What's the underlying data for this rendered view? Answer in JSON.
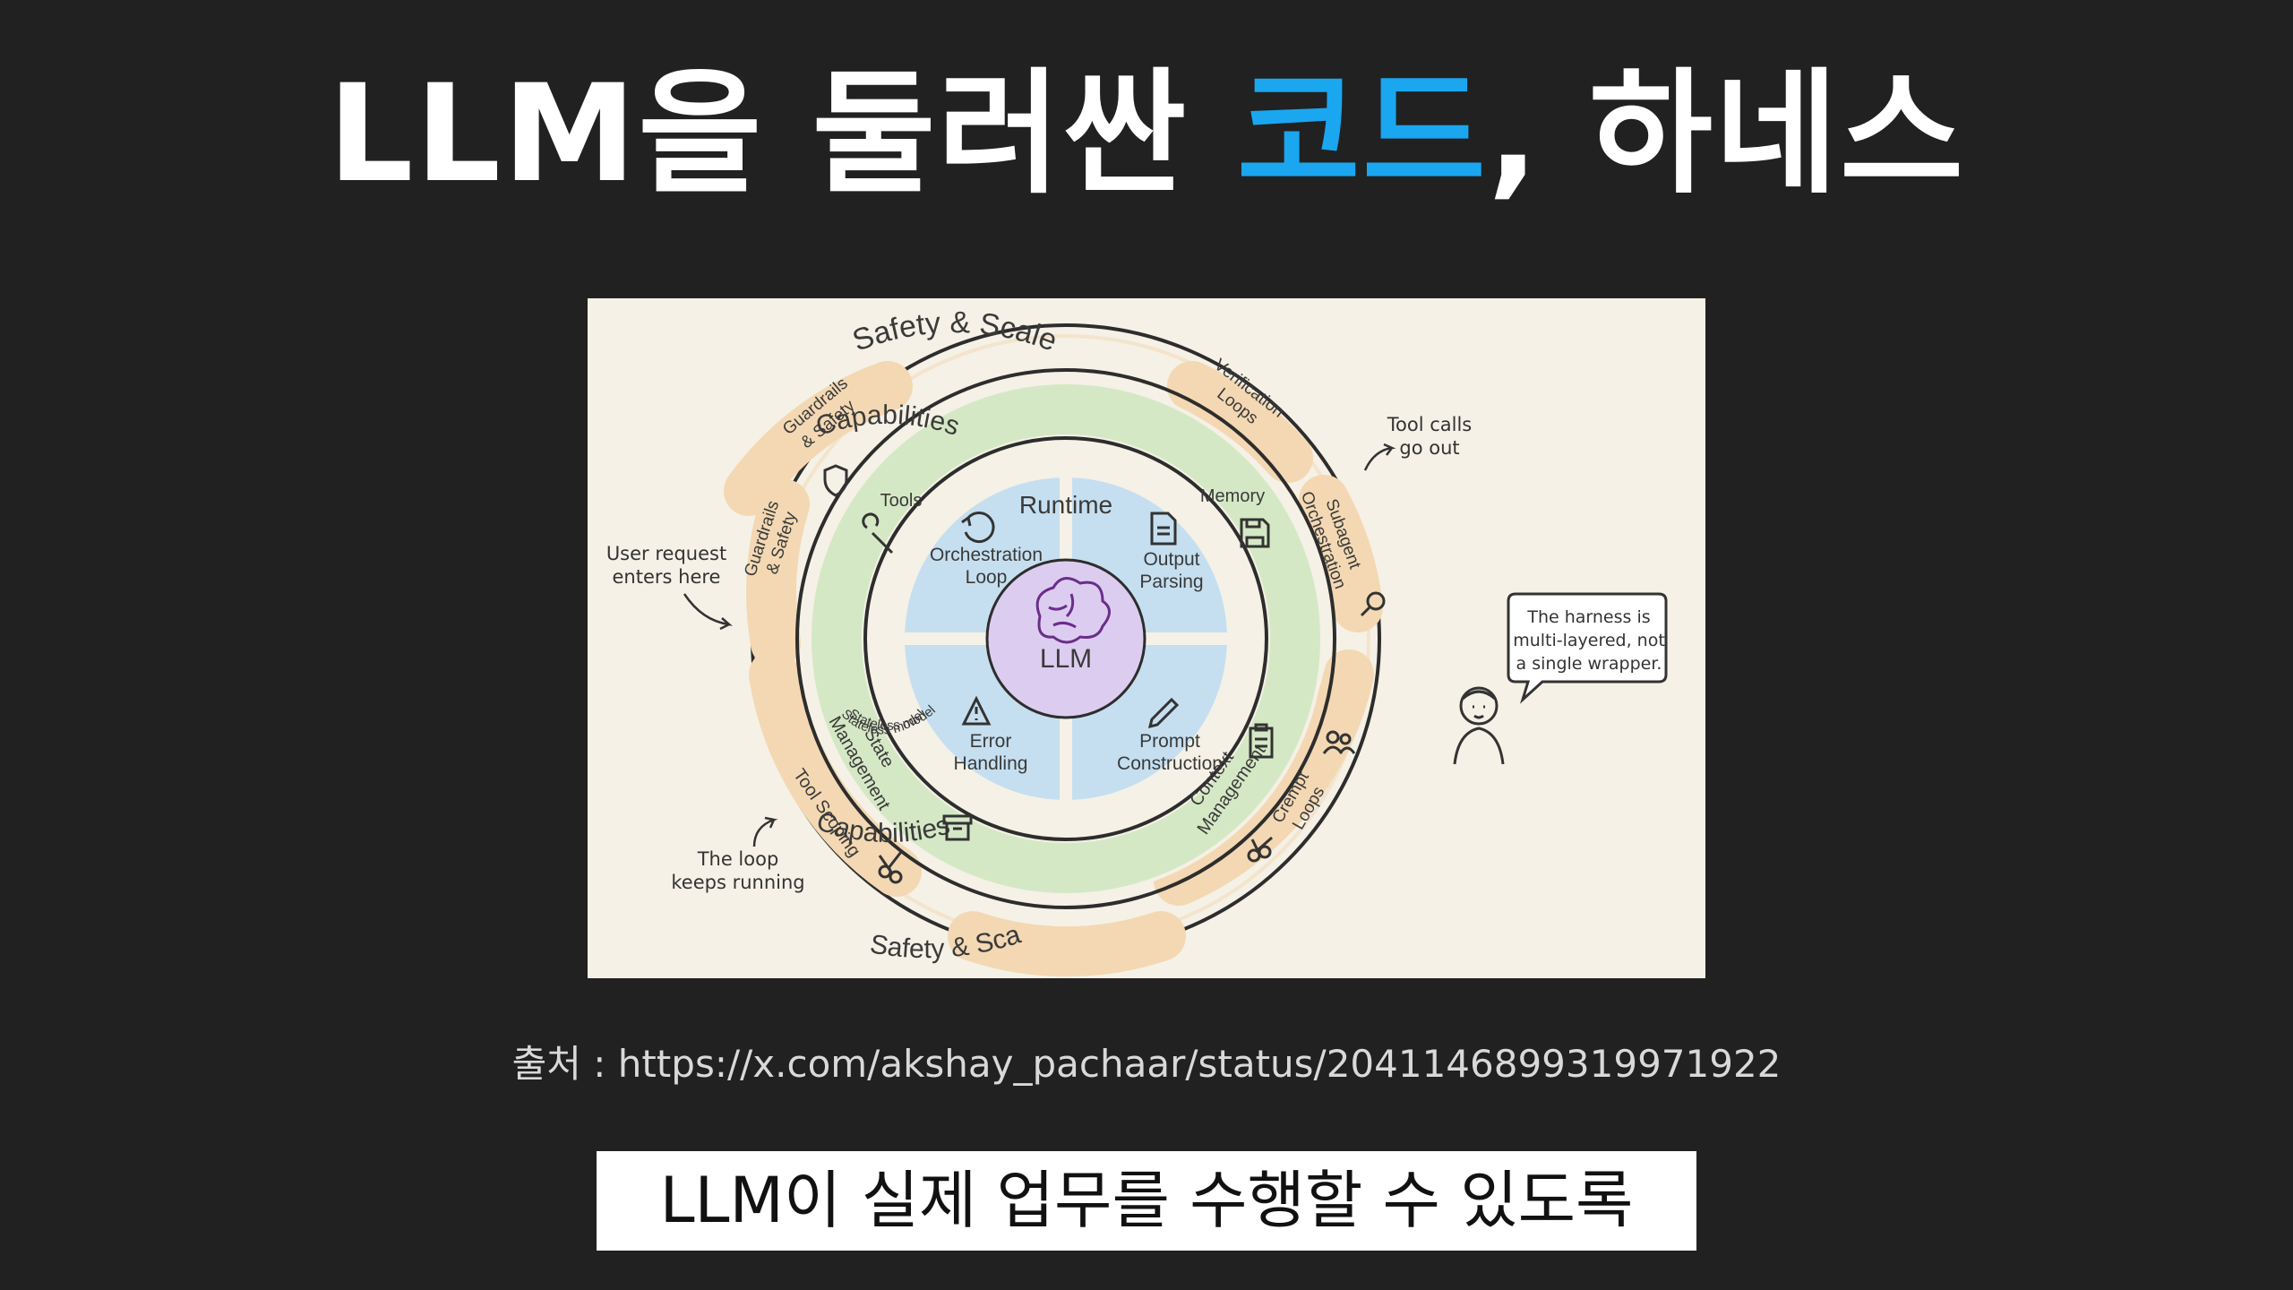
{
  "title": {
    "prefix": "LLM을 둘러싼 ",
    "accent": "코드",
    "suffix": ", 하네스",
    "accent_color": "#1aa7f0"
  },
  "diagram": {
    "outer_ring": {
      "top_label": "Safety & Scale",
      "bottom_label": "Safety & Scale",
      "segments": [
        {
          "line1": "Guardrails",
          "line2": "& Safety"
        },
        {
          "line1": "Verification",
          "line2": "Loops"
        },
        {
          "line1": "Subagent",
          "line2": "Orchestration"
        },
        {
          "line1": "Guardrails",
          "line2": "& Safety"
        },
        {
          "line1": "Tool Scoping",
          "line2": ""
        },
        {
          "line1": "Crempt",
          "line2": "Loops"
        }
      ],
      "color": "#f3d8b3"
    },
    "middle_ring": {
      "top_label": "Capabilities",
      "bottom_label": "Capabilities",
      "items": {
        "tools": "Tools",
        "memory": "Memory",
        "state_1": "State",
        "state_2": "Management",
        "context_1": "Context",
        "context_2": "Management"
      },
      "color": "#d5e8c5"
    },
    "inner_ring": {
      "title": "Runtime",
      "items": {
        "orch_1": "Orchestration",
        "orch_2": "Loop",
        "output_1": "Output",
        "output_2": "Parsing",
        "error_1": "Error",
        "error_2": "Handling",
        "prompt_1": "Prompt",
        "prompt_2": "Construction"
      },
      "color": "#c5dff0"
    },
    "core": {
      "label": "LLM",
      "sub1": "Stateless model",
      "sub2": "Stateless model",
      "color": "#dccdf0"
    },
    "annotations": {
      "user_1": "User request",
      "user_2": "enters here",
      "tool_1": "Tool calls",
      "tool_2": "go out",
      "loop_1": "The loop",
      "loop_2": "keeps running",
      "bubble_1": "The harness is",
      "bubble_2": "multi-layered, not",
      "bubble_3": "a single wrapper."
    },
    "icons": [
      "wrench-icon",
      "floppy-disk-icon",
      "refresh-icon",
      "document-icon",
      "warning-icon",
      "pencil-icon",
      "shield-icon",
      "magnifier-icon",
      "scissors-icon",
      "clipboard-icon",
      "archive-box-icon",
      "people-icon",
      "brain-icon",
      "person-icon"
    ]
  },
  "source": "출처 : https://x.com/akshay_pachaar/status/2041146899319971922",
  "caption": "LLM이 실제 업무를 수행할 수 있도록"
}
